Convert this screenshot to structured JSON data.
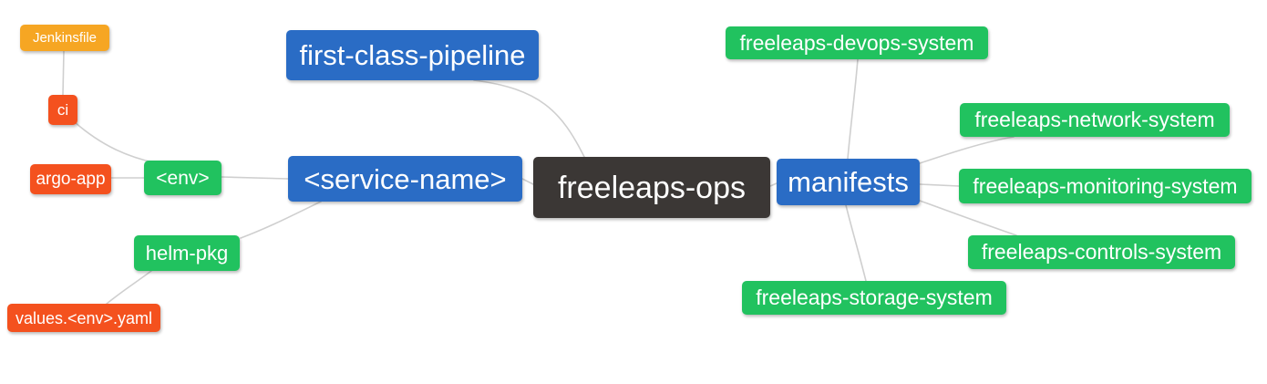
{
  "palette": {
    "blue": "#2A6CC5",
    "green": "#21C25F",
    "red": "#F4511E",
    "orange": "#F6A623",
    "dark": "#3B3735",
    "edge": "#CFCFCF",
    "text": "#FFFFFF",
    "background": "#FFFFFF"
  },
  "nodes": [
    {
      "id": "jenkinsfile",
      "label": "Jenkinsfile",
      "color": "orange"
    },
    {
      "id": "ci",
      "label": "ci",
      "color": "red"
    },
    {
      "id": "argo-app",
      "label": "argo-app",
      "color": "red"
    },
    {
      "id": "env",
      "label": "<env>",
      "color": "green"
    },
    {
      "id": "helm-pkg",
      "label": "helm-pkg",
      "color": "green"
    },
    {
      "id": "values-env-yaml",
      "label": "values.<env>.yaml",
      "color": "red"
    },
    {
      "id": "first-class-pipeline",
      "label": "first-class-pipeline",
      "color": "blue"
    },
    {
      "id": "service-name",
      "label": "<service-name>",
      "color": "blue"
    },
    {
      "id": "freeleaps-ops",
      "label": "freeleaps-ops",
      "color": "dark"
    },
    {
      "id": "manifests",
      "label": "manifests",
      "color": "blue"
    },
    {
      "id": "freeleaps-devops-system",
      "label": "freeleaps-devops-system",
      "color": "green"
    },
    {
      "id": "freeleaps-network-system",
      "label": "freeleaps-network-system",
      "color": "green"
    },
    {
      "id": "freeleaps-monitoring-system",
      "label": "freeleaps-monitoring-system",
      "color": "green"
    },
    {
      "id": "freeleaps-controls-system",
      "label": "freeleaps-controls-system",
      "color": "green"
    },
    {
      "id": "freeleaps-storage-system",
      "label": "freeleaps-storage-system",
      "color": "green"
    }
  ],
  "edges": [
    {
      "from": "jenkinsfile",
      "to": "ci"
    },
    {
      "from": "ci",
      "to": "env"
    },
    {
      "from": "argo-app",
      "to": "env"
    },
    {
      "from": "env",
      "to": "service-name"
    },
    {
      "from": "service-name",
      "to": "helm-pkg"
    },
    {
      "from": "helm-pkg",
      "to": "values-env-yaml"
    },
    {
      "from": "first-class-pipeline",
      "to": "freeleaps-ops"
    },
    {
      "from": "service-name",
      "to": "freeleaps-ops"
    },
    {
      "from": "freeleaps-ops",
      "to": "manifests"
    },
    {
      "from": "manifests",
      "to": "freeleaps-devops-system"
    },
    {
      "from": "manifests",
      "to": "freeleaps-network-system"
    },
    {
      "from": "manifests",
      "to": "freeleaps-monitoring-system"
    },
    {
      "from": "manifests",
      "to": "freeleaps-controls-system"
    },
    {
      "from": "manifests",
      "to": "freeleaps-storage-system"
    }
  ]
}
